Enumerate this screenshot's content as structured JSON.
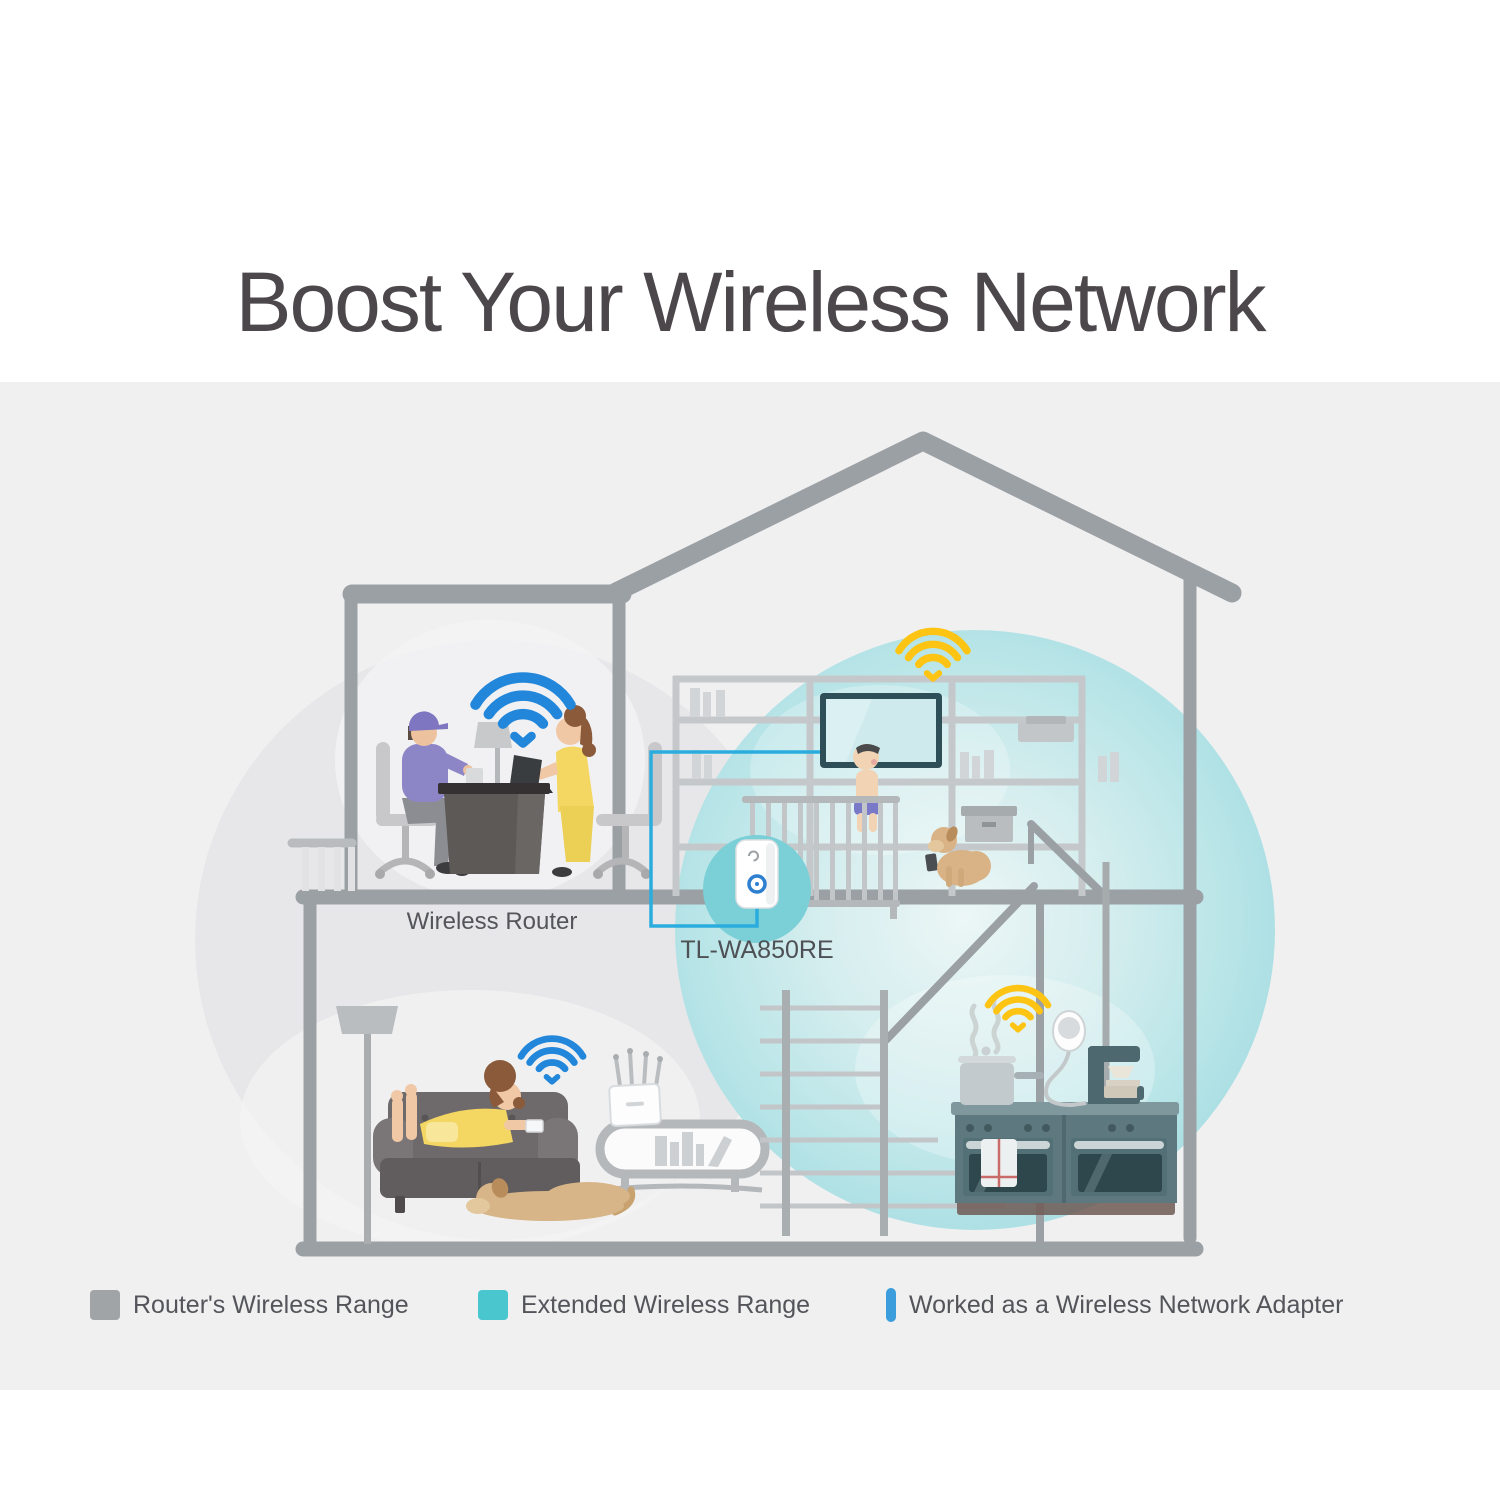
{
  "title": "Boost Your Wireless Network",
  "scene": {
    "router_label": "Wireless Router",
    "extender_label": "TL-WA850RE"
  },
  "legend": [
    {
      "label": "Router's Wireless Range",
      "color": "#a0a4a7",
      "shape": "square"
    },
    {
      "label": "Extended Wireless Range",
      "color": "#4ac6ce",
      "shape": "square"
    },
    {
      "label": "Worked as a Wireless Network Adapter",
      "color": "#3b9ddb",
      "shape": "bar"
    }
  ],
  "colors": {
    "wifi_router": "#2287db",
    "wifi_extended": "#fdc414",
    "adapter_line": "#2aadde",
    "router_range_fill": "#e7e7e9",
    "extended_range_fill": "#bfe7ea",
    "house_outline": "#9ba0a5",
    "background_band": "#f0f0f1"
  },
  "icons": {
    "wifi_router": "wifi-signal-icon-blue",
    "wifi_extended": "wifi-signal-icon-yellow",
    "extender_device": "range-extender-icon",
    "legend_square": "color-swatch",
    "legend_bar": "vertical-line-swatch"
  }
}
